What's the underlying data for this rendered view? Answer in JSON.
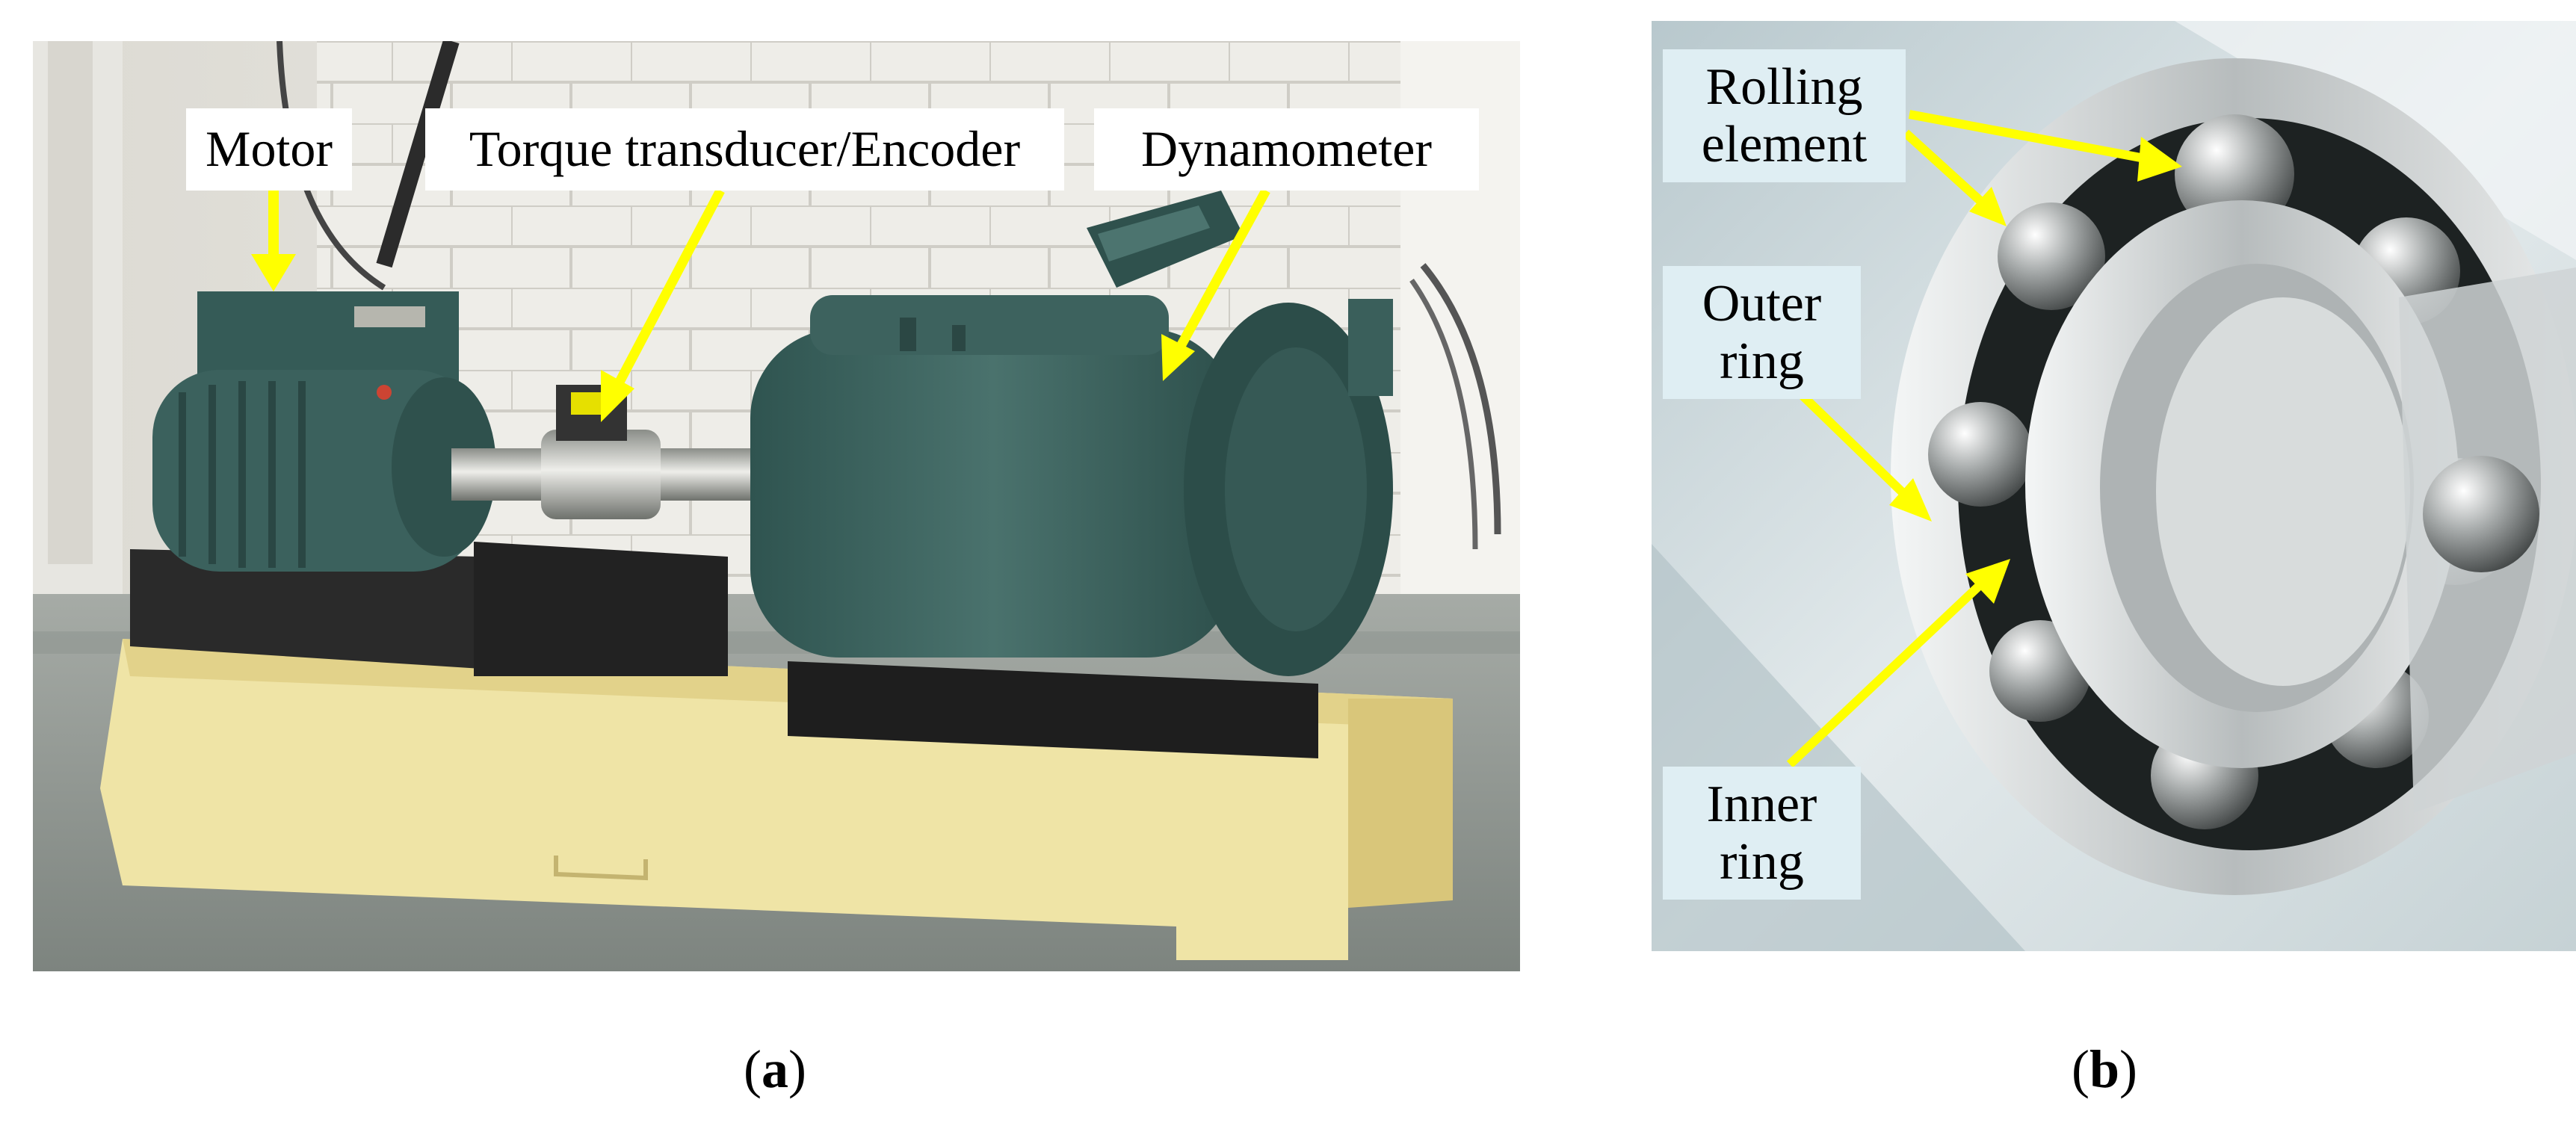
{
  "panels": [
    {
      "id": "a",
      "caption": "a",
      "labels": {
        "motor": "Motor",
        "torque": "Torque transducer/Encoder",
        "dynamometer": "Dynamometer"
      }
    },
    {
      "id": "b",
      "caption": "b",
      "labels": {
        "rolling_line1": "Rolling",
        "rolling_line2": "element",
        "outer_line1": "Outer",
        "outer_line2": "ring",
        "inner_line1": "Inner",
        "inner_line2": "ring"
      }
    }
  ],
  "colors": {
    "arrow": "#ffff00",
    "machine_green": "#3f6763",
    "base_yellow": "#f3e9b0",
    "callout_b_bg": "#dfeef3"
  }
}
